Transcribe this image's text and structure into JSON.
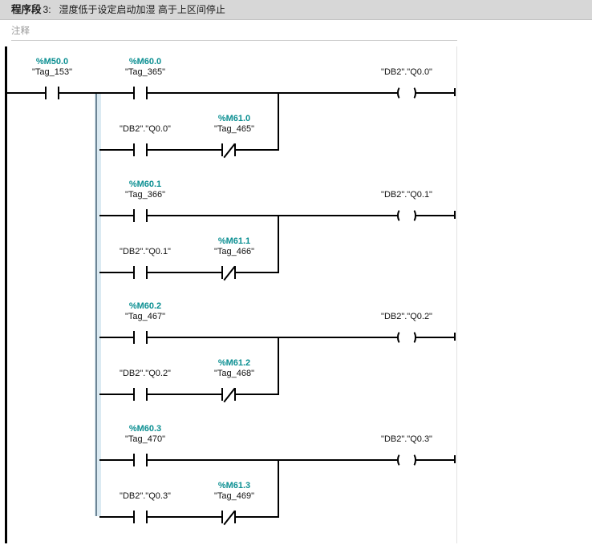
{
  "header": {
    "label": "程序段",
    "number": "3",
    "colon": ":",
    "title": "湿度低于设定启动加湿 高于上区间停止"
  },
  "comment": {
    "placeholder": "注释"
  },
  "colors": {
    "address_teal": "#0b8f92",
    "wire_black": "#000000",
    "header_gray": "#d7d7d7",
    "selection_blue": "#dbeaf2",
    "trunk_gray": "#6d8595"
  },
  "ladder": {
    "type": "ladder-logic",
    "series_contact": {
      "address": "%M50.0",
      "name": "\"Tag_153\"",
      "contact_type": "NO"
    },
    "rungs": [
      {
        "index": 1,
        "start_contact": {
          "address": "%M60.0",
          "name": "\"Tag_365\"",
          "contact_type": "NO"
        },
        "branch_contact_1": {
          "address": "",
          "name": "\"DB2\".\"Q0.0\"",
          "contact_type": "NO"
        },
        "branch_contact_2": {
          "address": "%M61.0",
          "name": "\"Tag_465\"",
          "contact_type": "NC"
        },
        "coil": {
          "address": "",
          "name": "\"DB2\".\"Q0.0\"",
          "coil_type": "output"
        }
      },
      {
        "index": 2,
        "start_contact": {
          "address": "%M60.1",
          "name": "\"Tag_366\"",
          "contact_type": "NO"
        },
        "branch_contact_1": {
          "address": "",
          "name": "\"DB2\".\"Q0.1\"",
          "contact_type": "NO"
        },
        "branch_contact_2": {
          "address": "%M61.1",
          "name": "\"Tag_466\"",
          "contact_type": "NC"
        },
        "coil": {
          "address": "",
          "name": "\"DB2\".\"Q0.1\"",
          "coil_type": "output"
        }
      },
      {
        "index": 3,
        "start_contact": {
          "address": "%M60.2",
          "name": "\"Tag_467\"",
          "contact_type": "NO"
        },
        "branch_contact_1": {
          "address": "",
          "name": "\"DB2\".\"Q0.2\"",
          "contact_type": "NO"
        },
        "branch_contact_2": {
          "address": "%M61.2",
          "name": "\"Tag_468\"",
          "contact_type": "NC"
        },
        "coil": {
          "address": "",
          "name": "\"DB2\".\"Q0.2\"",
          "coil_type": "output"
        }
      },
      {
        "index": 4,
        "start_contact": {
          "address": "%M60.3",
          "name": "\"Tag_470\"",
          "contact_type": "NO"
        },
        "branch_contact_1": {
          "address": "",
          "name": "\"DB2\".\"Q0.3\"",
          "contact_type": "NO"
        },
        "branch_contact_2": {
          "address": "%M61.3",
          "name": "\"Tag_469\"",
          "contact_type": "NC"
        },
        "coil": {
          "address": "",
          "name": "\"DB2\".\"Q0.3\"",
          "coil_type": "output"
        }
      }
    ]
  }
}
